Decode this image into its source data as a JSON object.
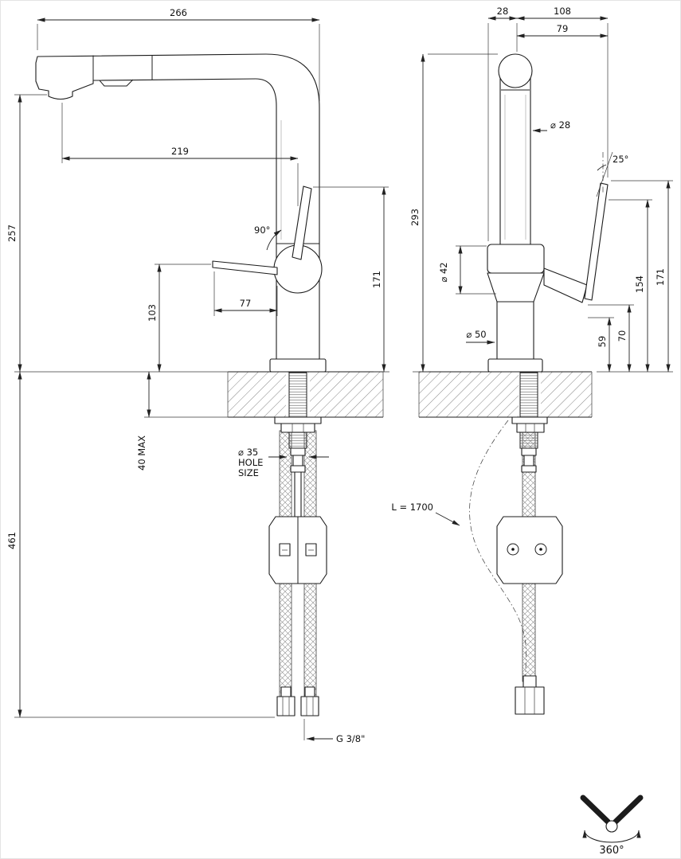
{
  "side_view": {
    "dim_overall_length": "266",
    "dim_spout_reach": "219",
    "dim_spout_height": "257",
    "dim_handle_angle": "90°",
    "dim_handle_top_height": "171",
    "dim_lever_height": "103",
    "dim_lever_length": "77",
    "dim_counter_thickness": "40 MAX",
    "dim_under_counter": "461",
    "hole_note_dia": "⌀ 35",
    "hole_note_line2": "HOLE",
    "hole_note_line3": "SIZE",
    "thread_note": "G 3/8\""
  },
  "front_view": {
    "dim_spout_offset": "28",
    "dim_overall_width": "108",
    "dim_handle_reach": "79",
    "dim_spout_dia": "⌀ 28",
    "dim_total_height": "293",
    "dim_handle_angle": "25°",
    "dim_body_dia": "⌀ 42",
    "dim_base_dia": "⌀ 50",
    "dim_59": "59",
    "dim_70": "70",
    "dim_154": "154",
    "dim_171": "171",
    "hose_length_note": "L = 1700"
  },
  "rotation_note": "360°"
}
